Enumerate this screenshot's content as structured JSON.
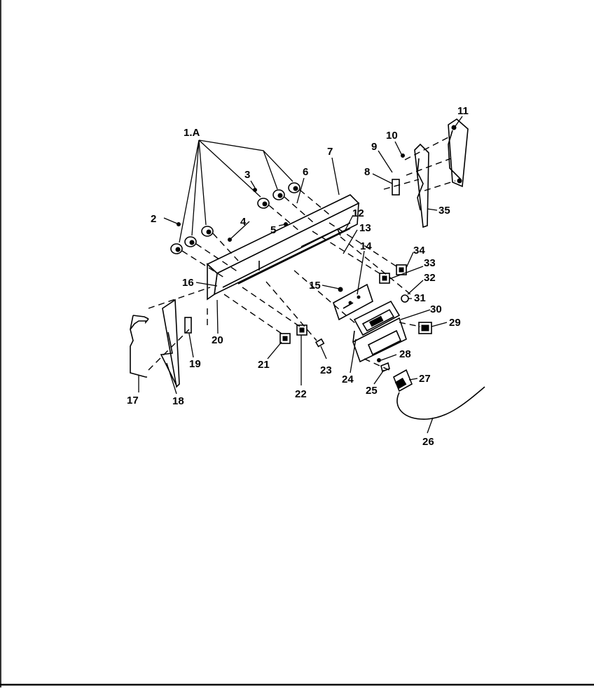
{
  "diagram": {
    "callouts": {
      "c1A": "1.A",
      "c2": "2",
      "c3": "3",
      "c4": "4",
      "c5": "5",
      "c6": "6",
      "c7": "7",
      "c8": "8",
      "c9": "9",
      "c10": "10",
      "c11": "11",
      "c12": "12",
      "c13": "13",
      "c14": "14",
      "c15": "15",
      "c16": "16",
      "c17": "17",
      "c18": "18",
      "c19": "19",
      "c20": "20",
      "c21": "21",
      "c22": "22",
      "c23": "23",
      "c24": "24",
      "c25": "25",
      "c26": "26",
      "c27": "27",
      "c28": "28",
      "c29": "29",
      "c30": "30",
      "c31": "31",
      "c32": "32",
      "c33": "33",
      "c34": "34",
      "c35": "35"
    }
  }
}
